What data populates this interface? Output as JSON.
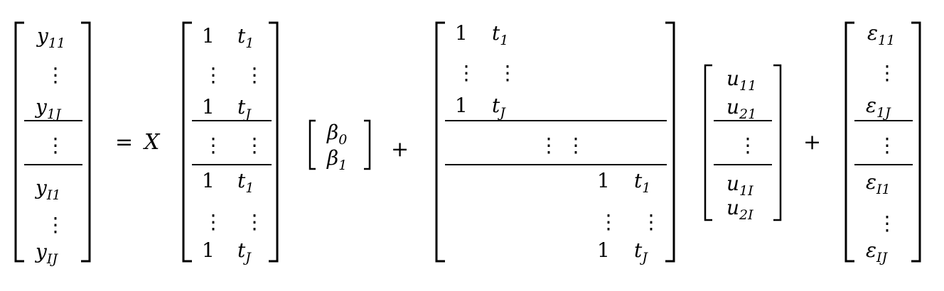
{
  "equation": {
    "lhs_y": [
      {
        "base": "y",
        "sub": "11"
      },
      {
        "base": "y",
        "sub": "1J"
      },
      {
        "base": "y",
        "sub": "I1"
      },
      {
        "base": "y",
        "sub": "IJ"
      }
    ],
    "equals": "=",
    "design_symbol": "X",
    "design_rows": [
      {
        "one": "1",
        "t": "t",
        "sub": "1"
      },
      {
        "one": "1",
        "t": "t",
        "sub": "J"
      },
      {
        "one": "1",
        "t": "t",
        "sub": "1"
      },
      {
        "one": "1",
        "t": "t",
        "sub": "J"
      }
    ],
    "beta": [
      {
        "base": "β",
        "sub": "0"
      },
      {
        "base": "β",
        "sub": "1"
      }
    ],
    "plus": "+",
    "z_rows": [
      {
        "one": "1",
        "t": "t",
        "sub": "1"
      },
      {
        "one": "1",
        "t": "t",
        "sub": "J"
      },
      {
        "one": "1",
        "t": "t",
        "sub": "1"
      },
      {
        "one": "1",
        "t": "t",
        "sub": "J"
      }
    ],
    "u": [
      {
        "base": "u",
        "sub": "11"
      },
      {
        "base": "u",
        "sub": "21"
      },
      {
        "base": "u",
        "sub": "1I"
      },
      {
        "base": "u",
        "sub": "2I"
      }
    ],
    "eps": [
      {
        "base": "ε",
        "sub": "11"
      },
      {
        "base": "ε",
        "sub": "1J"
      },
      {
        "base": "ε",
        "sub": "I1"
      },
      {
        "base": "ε",
        "sub": "IJ"
      }
    ],
    "dots": "⋮"
  }
}
